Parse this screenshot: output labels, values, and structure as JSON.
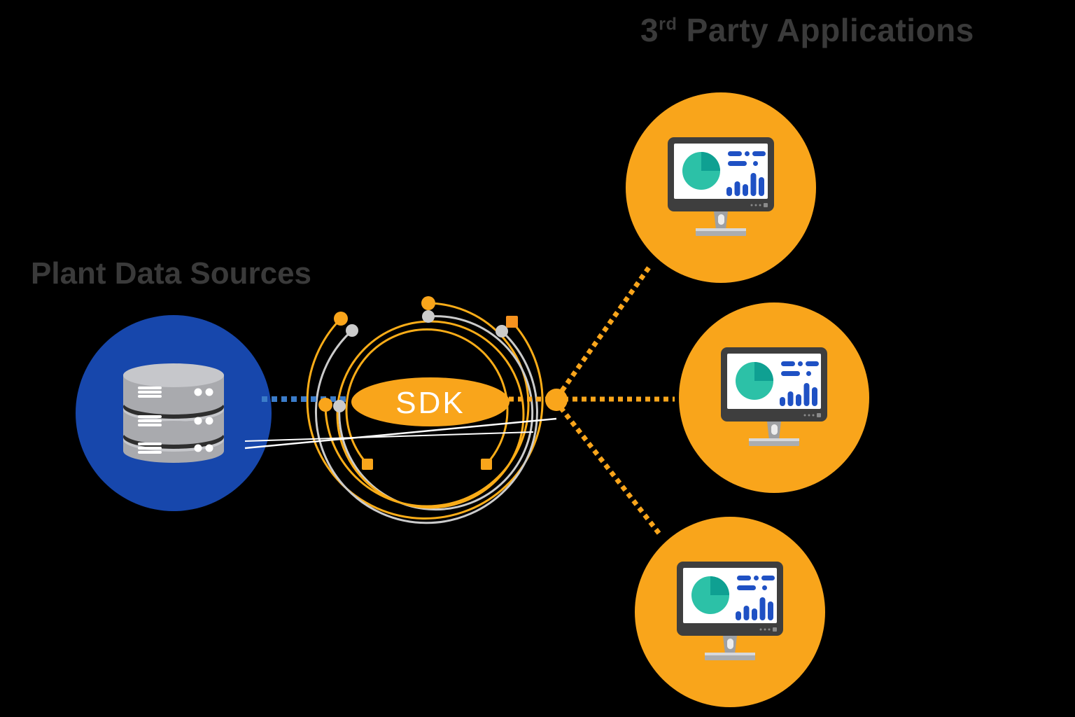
{
  "background_color": "#000000",
  "labels": {
    "third_party": {
      "base": "3",
      "superscript": "rd",
      "rest": " Party Applications"
    },
    "plant_data": "Plant Data Sources",
    "sdk": "SDK"
  },
  "colors": {
    "bg": "#000000",
    "text_dark": "#3A3A3A",
    "orange": "#F9A51B",
    "orange_arc": "#FBAD18",
    "orange_deep": "#F6921E",
    "blue_circle": "#1747AC",
    "blue_dash": "#3B7CC9",
    "gray_arc": "#CBCBCB",
    "white_line": "#FFFFFF",
    "monitor_frame": "#3E3E3E",
    "screen_white": "#FFFFFF",
    "chart_blue": "#1F51C4",
    "teal": "#2CC1A7",
    "teal_dark": "#0FA092",
    "stand_gray": "#9EA0A3",
    "base_gray": "#ABADAF",
    "base_light": "#D7D8DA",
    "indicator_gray": "#8A8A8A",
    "db_body": "#A9AAAE",
    "db_top": "#C6C7CB",
    "db_sep": "#2E2E2E"
  },
  "nodes": {
    "plant_data_sources": {
      "icon": "database-icon"
    },
    "sdk_hub": {
      "label": "SDK"
    },
    "apps": [
      {
        "id": "third-party-app-1",
        "icon": "monitor-dashboard-icon"
      },
      {
        "id": "third-party-app-2",
        "icon": "monitor-dashboard-icon"
      },
      {
        "id": "third-party-app-3",
        "icon": "monitor-dashboard-icon"
      }
    ]
  },
  "monitor_chart": {
    "bar_heights": [
      13,
      21,
      17,
      33,
      27
    ]
  }
}
